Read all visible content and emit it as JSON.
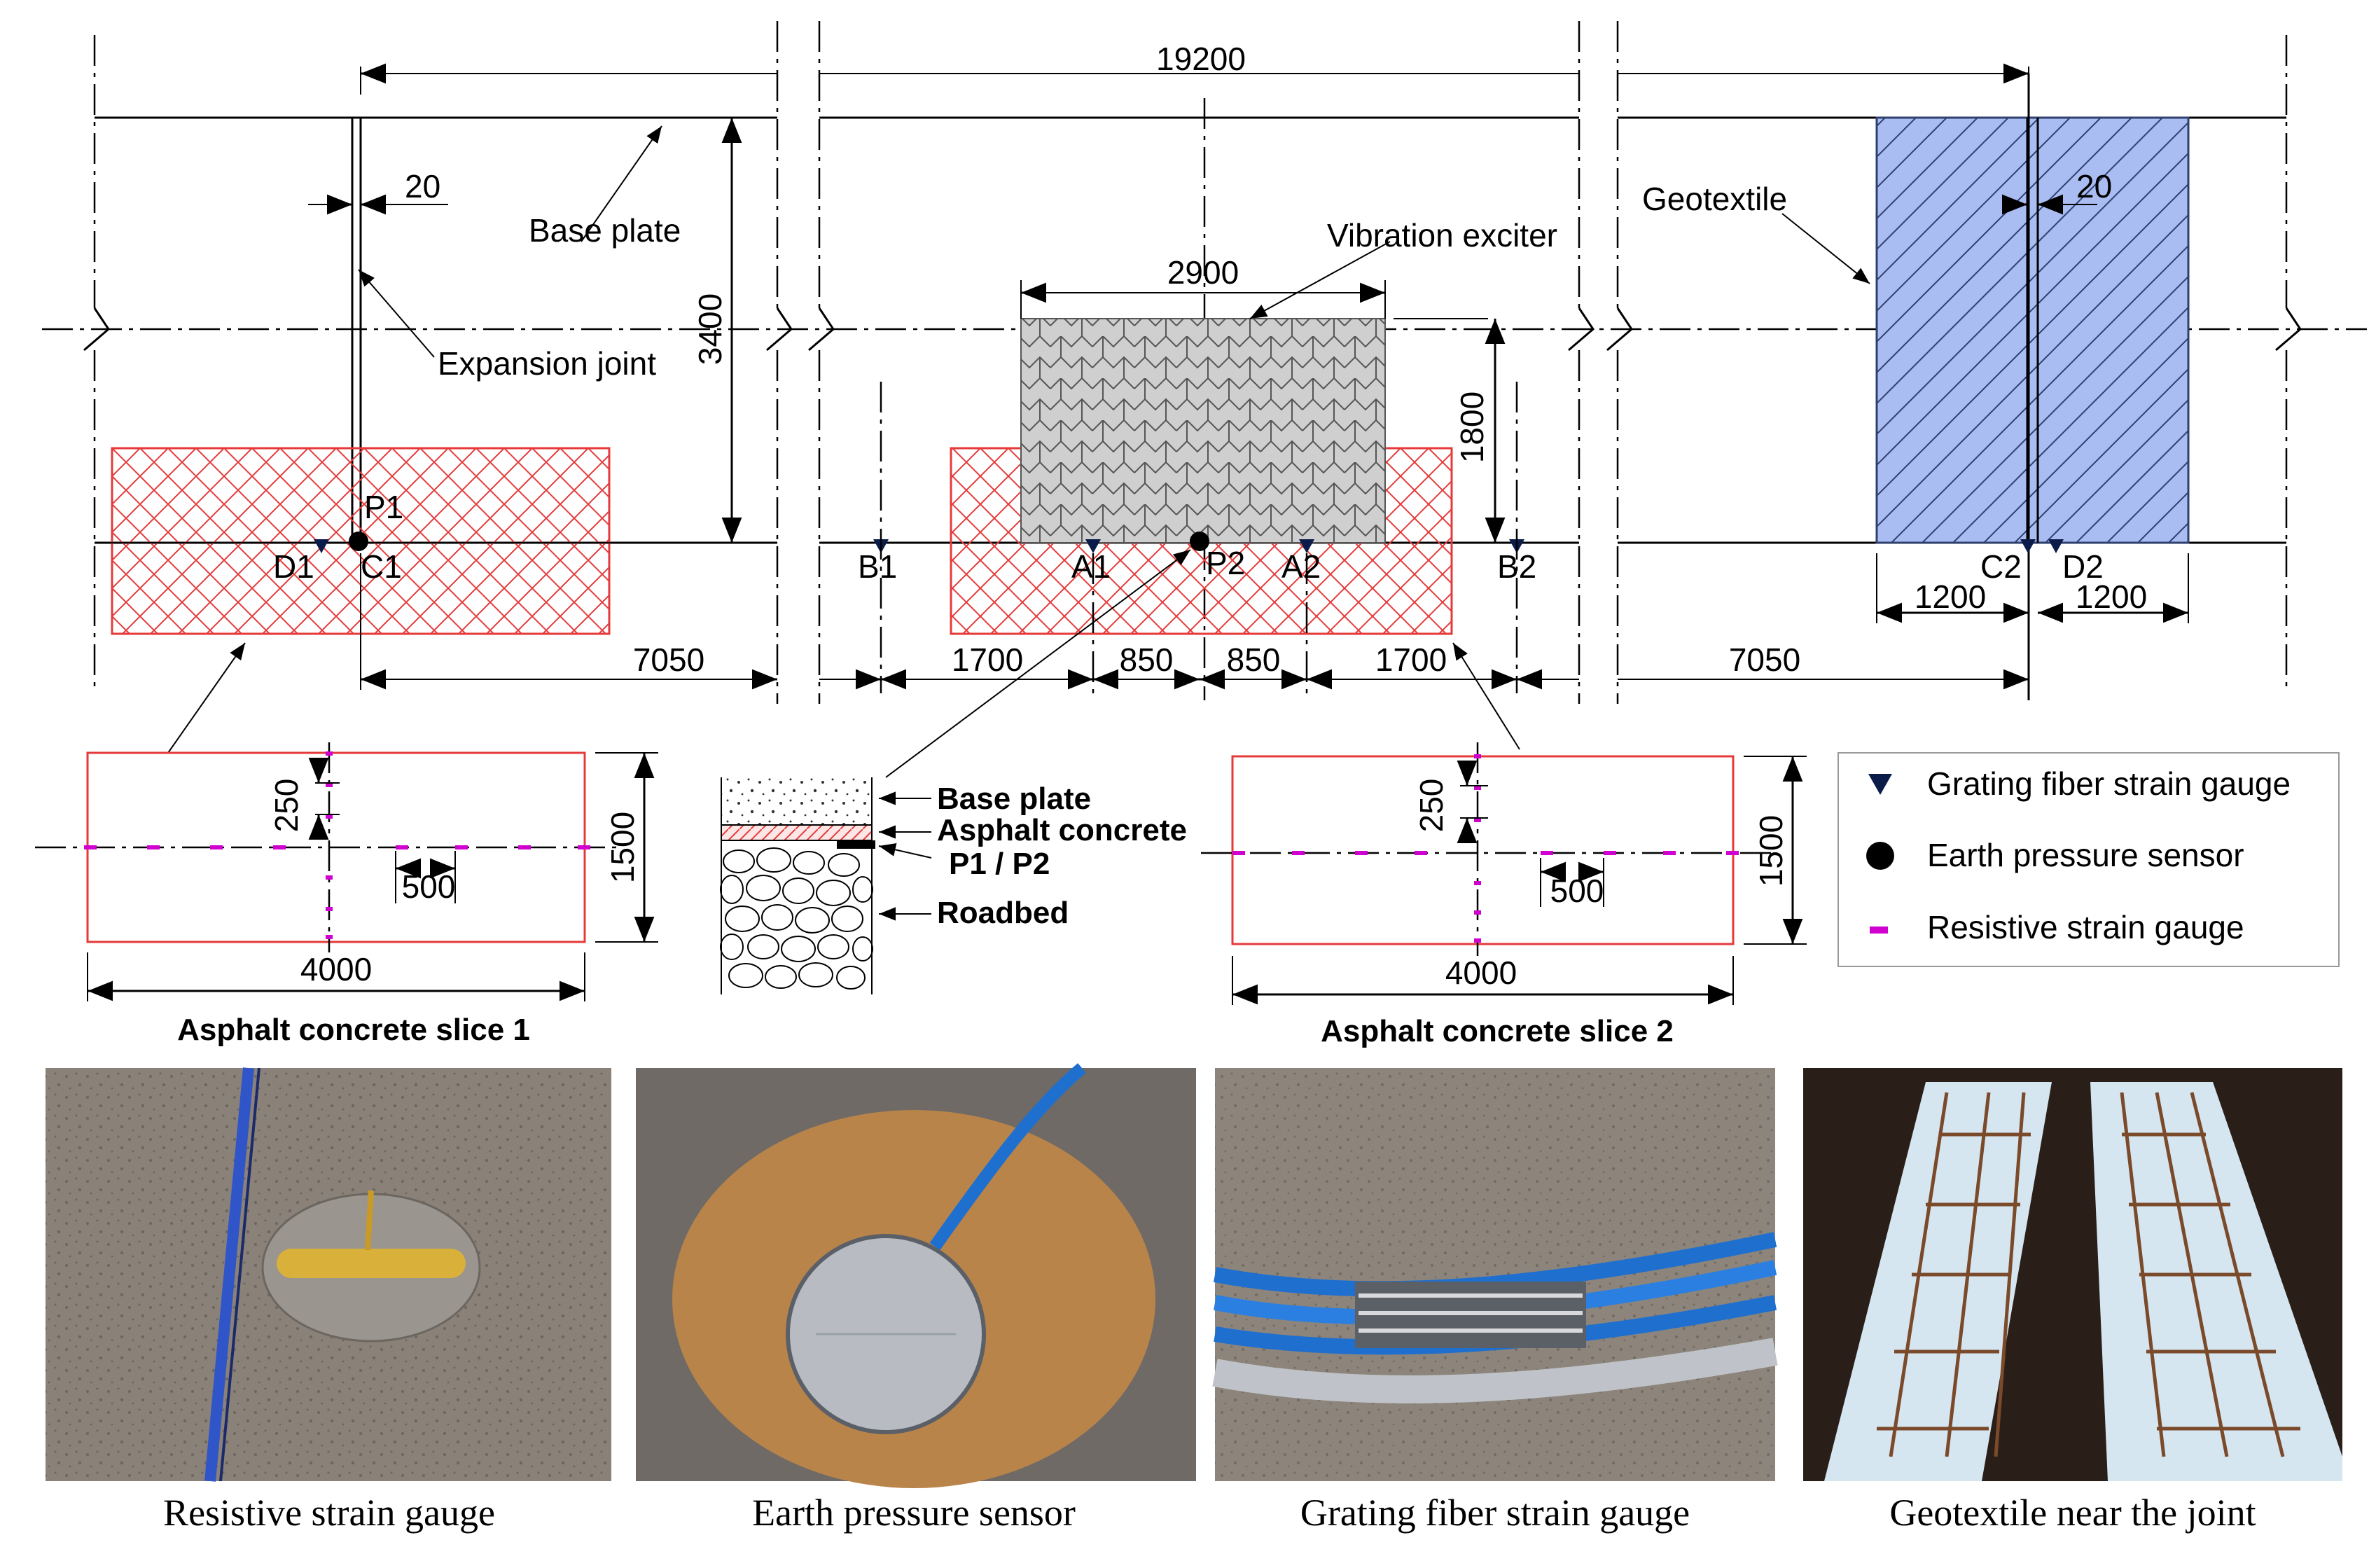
{
  "plan": {
    "dim_total": "19200",
    "dim_joint_left": "20",
    "dim_joint_right": "20",
    "dim_plate_width": "3400",
    "dim_exciter_width": "2900",
    "dim_exciter_offset": "1800",
    "dim_left_span": "7050",
    "dim_right_span": "7050",
    "dim_b1_a1": "1700",
    "dim_a1_p2": "850",
    "dim_p2_a2": "850",
    "dim_a2_b2": "1700",
    "dim_c2_left": "1200",
    "dim_d2_right": "1200",
    "label_base_plate": "Base plate",
    "label_expansion_joint": "Expansion joint",
    "label_vibration_exciter": "Vibration exciter",
    "label_geotextile": "Geotextile",
    "points": {
      "p1": "P1",
      "d1": "D1",
      "c1": "C1",
      "b1": "B1",
      "a1": "A1",
      "p2": "P2",
      "a2": "A2",
      "b2": "B2",
      "c2": "C2",
      "d2": "D2"
    }
  },
  "slice1": {
    "dim_250": "250",
    "dim_500": "500",
    "dim_1500": "1500",
    "dim_4000": "4000",
    "caption": "Asphalt concrete slice 1"
  },
  "slice2": {
    "dim_250": "250",
    "dim_500": "500",
    "dim_1500": "1500",
    "dim_4000": "4000",
    "caption": "Asphalt concrete slice 2"
  },
  "section": {
    "base_plate": "Base plate",
    "asphalt": "Asphalt concrete",
    "sensor": "P1 / P2",
    "roadbed": "Roadbed"
  },
  "legend": {
    "items": [
      {
        "symbol": "triangle-icon",
        "label": "Grating fiber strain gauge"
      },
      {
        "symbol": "circle-icon",
        "label": "Earth pressure sensor"
      },
      {
        "symbol": "dash-icon",
        "label": "Resistive strain gauge"
      }
    ]
  },
  "photos": [
    {
      "caption": "Resistive strain gauge"
    },
    {
      "caption": "Earth pressure sensor"
    },
    {
      "caption": "Grating fiber strain gauge"
    },
    {
      "caption": "Geotextile near the joint"
    }
  ],
  "colors": {
    "asphalt_hatch": "#e63a3a",
    "geotextile_fill": "#a9bdf2",
    "resistive_gauge": "#d000d0",
    "exciter_fill": "#c8c8c8"
  }
}
